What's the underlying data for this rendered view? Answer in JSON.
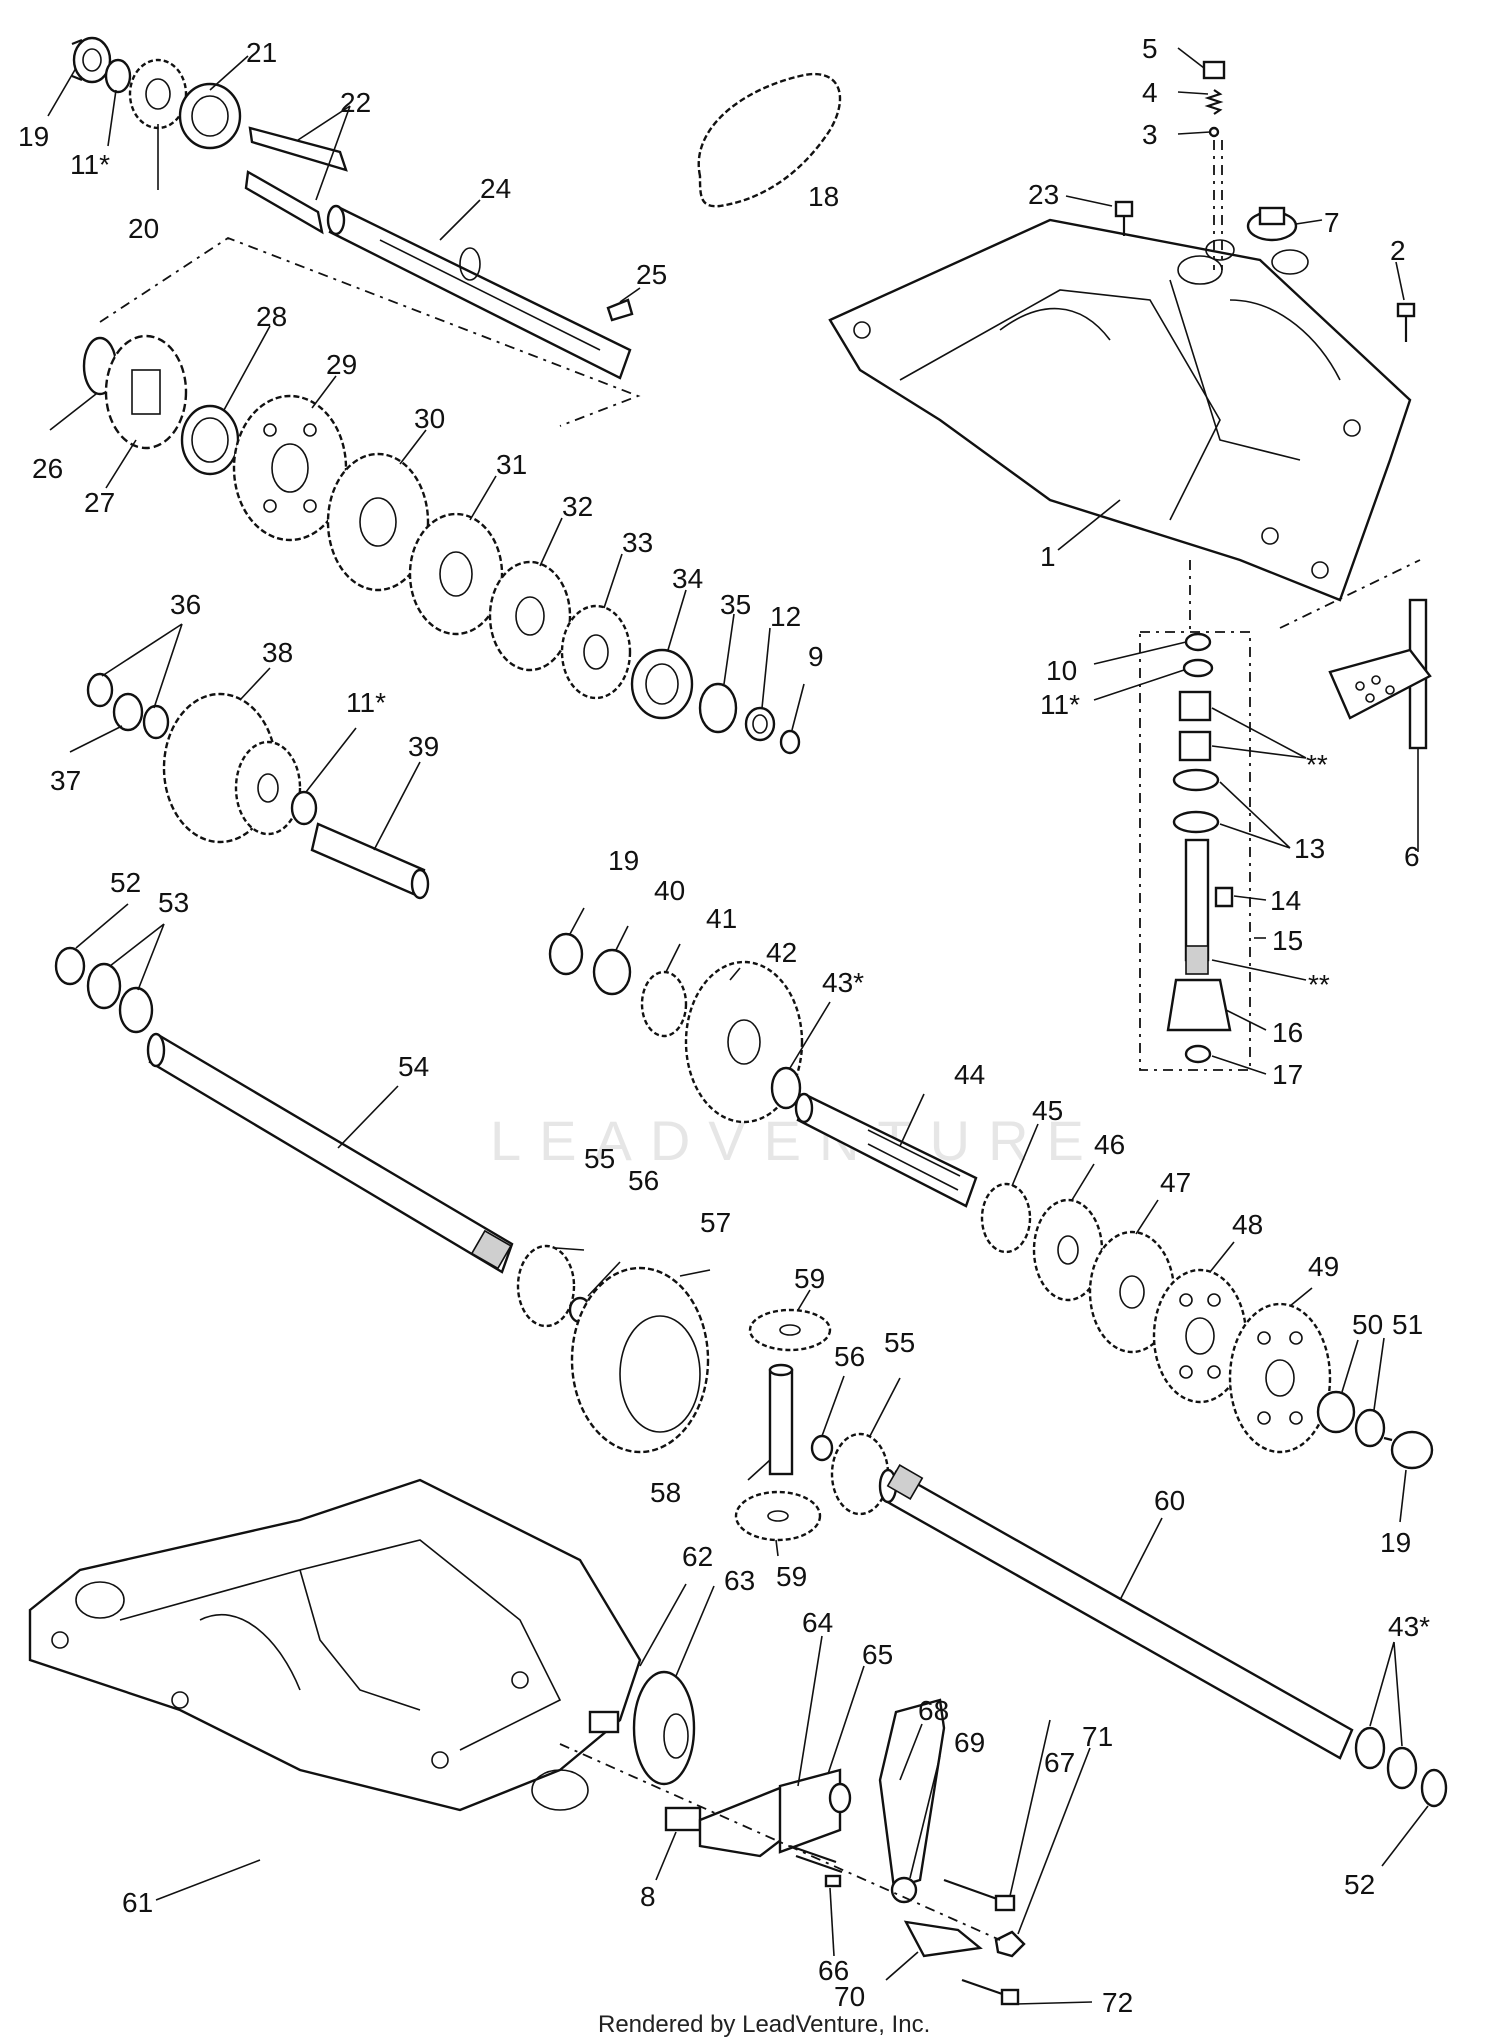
{
  "watermark": "LEADVENTURE",
  "footer": "Rendered by LeadVenture, Inc.",
  "labels": {
    "l1": "1",
    "l2": "2",
    "l3": "3",
    "l4": "4",
    "l5": "5",
    "l6": "6",
    "l7": "7",
    "l8": "8",
    "l9": "9",
    "l10": "10",
    "l11a": "11*",
    "l11b": "11*",
    "l11c": "11*",
    "l12": "12",
    "l13": "13",
    "l14": "14",
    "l15": "15",
    "l16": "16",
    "l17": "17",
    "l18": "18",
    "l19a": "19",
    "l19b": "19",
    "l19c": "19",
    "l20": "20",
    "l21": "21",
    "l22": "22",
    "l23": "23",
    "l24": "24",
    "l25": "25",
    "l26": "26",
    "l27": "27",
    "l28": "28",
    "l29": "29",
    "l30": "30",
    "l31": "31",
    "l32": "32",
    "l33": "33",
    "l34": "34",
    "l35": "35",
    "l36": "36",
    "l37": "37",
    "l38": "38",
    "l39": "39",
    "l40": "40",
    "l41": "41",
    "l42": "42",
    "l43a": "43*",
    "l43b": "43*",
    "l44": "44",
    "l45": "45",
    "l46": "46",
    "l47": "47",
    "l48": "48",
    "l49": "49",
    "l50": "50",
    "l51": "51",
    "l52a": "52",
    "l52b": "52",
    "l53": "53",
    "l54": "54",
    "l55a": "55",
    "l55b": "55",
    "l56a": "56",
    "l56b": "56",
    "l57": "57",
    "l58": "58",
    "l59a": "59",
    "l59b": "59",
    "l60": "60",
    "l61": "61",
    "l62": "62",
    "l63": "63",
    "l64": "64",
    "l65": "65",
    "l66": "66",
    "l67": "67",
    "l68": "68",
    "l69": "69",
    "l70": "70",
    "l71": "71",
    "l72": "72",
    "lss1": "**",
    "lss2": "**"
  }
}
